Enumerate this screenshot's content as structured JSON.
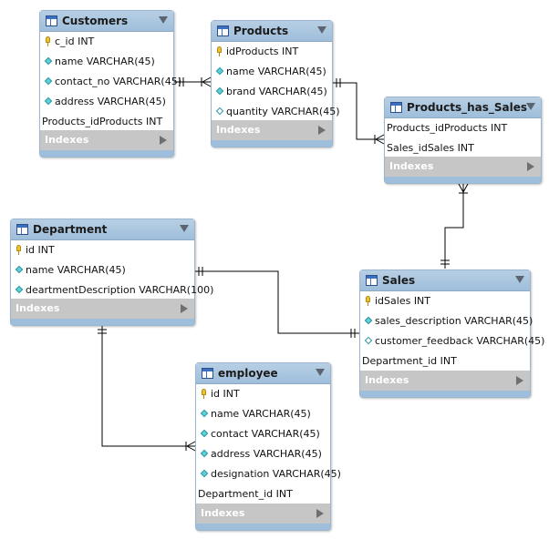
{
  "tables": {
    "customers": {
      "name": "Customers",
      "columns": [
        {
          "text": "c_id INT",
          "icon": "key"
        },
        {
          "text": "name VARCHAR(45)",
          "icon": "diamond"
        },
        {
          "text": "contact_no VARCHAR(45)",
          "icon": "diamond"
        },
        {
          "text": "address VARCHAR(45)",
          "icon": "diamond"
        },
        {
          "text": "Products_idProducts INT",
          "icon": "none"
        }
      ],
      "indexes": "Indexes"
    },
    "products": {
      "name": "Products",
      "columns": [
        {
          "text": "idProducts INT",
          "icon": "key"
        },
        {
          "text": "name VARCHAR(45)",
          "icon": "diamond"
        },
        {
          "text": "brand VARCHAR(45)",
          "icon": "diamond"
        },
        {
          "text": "quantity VARCHAR(45)",
          "icon": "diamond-open"
        }
      ],
      "indexes": "Indexes"
    },
    "products_has_sales": {
      "name": "Products_has_Sales",
      "columns": [
        {
          "text": "Products_idProducts INT",
          "icon": "none"
        },
        {
          "text": "Sales_idSales INT",
          "icon": "none"
        }
      ],
      "indexes": "Indexes"
    },
    "department": {
      "name": "Department",
      "columns": [
        {
          "text": "id INT",
          "icon": "key"
        },
        {
          "text": "name VARCHAR(45)",
          "icon": "diamond"
        },
        {
          "text": "deartmentDescription VARCHAR(100)",
          "icon": "diamond"
        }
      ],
      "indexes": "Indexes"
    },
    "sales": {
      "name": "Sales",
      "columns": [
        {
          "text": "idSales INT",
          "icon": "key"
        },
        {
          "text": "sales_description VARCHAR(45)",
          "icon": "diamond"
        },
        {
          "text": "customer_feedback VARCHAR(45)",
          "icon": "diamond-open"
        },
        {
          "text": "Department_id INT",
          "icon": "none"
        }
      ],
      "indexes": "Indexes"
    },
    "employee": {
      "name": "employee",
      "columns": [
        {
          "text": "id INT",
          "icon": "key"
        },
        {
          "text": "name VARCHAR(45)",
          "icon": "diamond"
        },
        {
          "text": "contact VARCHAR(45)",
          "icon": "diamond"
        },
        {
          "text": "address VARCHAR(45)",
          "icon": "diamond"
        },
        {
          "text": "designation VARCHAR(45)",
          "icon": "diamond"
        },
        {
          "text": "Department_id INT",
          "icon": "none"
        }
      ],
      "indexes": "Indexes"
    }
  },
  "relationships": [
    {
      "from": "customers",
      "to": "products",
      "from_end": "one-and-only-one",
      "to_end": "one-or-many"
    },
    {
      "from": "products",
      "to": "products_has_sales",
      "from_end": "one-and-only-one",
      "to_end": "one-or-many"
    },
    {
      "from": "sales",
      "to": "products_has_sales",
      "from_end": "one-and-only-one",
      "to_end": "one-or-many"
    },
    {
      "from": "department",
      "to": "sales",
      "from_end": "one-and-only-one",
      "to_end": "one-and-only-one"
    },
    {
      "from": "department",
      "to": "employee",
      "from_end": "one-and-only-one",
      "to_end": "one-or-many"
    }
  ],
  "colors": {
    "header": "#a9c7e1",
    "indexes_bar": "#c6c6c6",
    "line": "#000000",
    "key": "#f2c230",
    "diamond": "#5fd0d8"
  }
}
